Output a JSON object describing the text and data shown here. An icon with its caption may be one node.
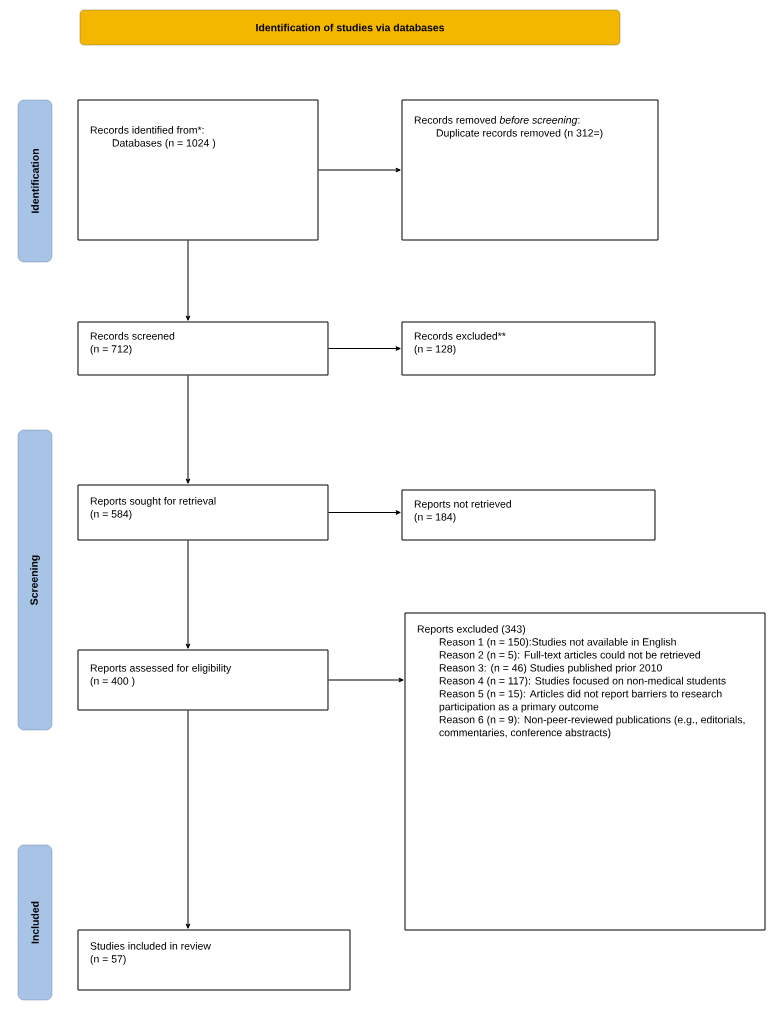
{
  "diagram": {
    "nodes": [
      {
        "text": [
          "Identification of studies via databases"
        ]
      },
      {
        "text": [
          "Identification"
        ]
      },
      {
        "text": [
          "Records identified from*:",
          "Databases (n = 1024 )"
        ]
      },
      {
        "text": [
          "Records removed *before screening*:",
          "Duplicate records removed (n 312=)"
        ]
      },
      {
        "text": [
          "Screening"
        ]
      },
      {
        "text": [
          "Records screened",
          "(n = 712)"
        ]
      },
      {
        "text": [
          "Records excluded**",
          "(n = 128)"
        ]
      },
      {
        "text": [
          "Reports sought for retrieval",
          "(n = 584)"
        ]
      },
      {
        "text": [
          "Reports not retrieved",
          "(n = 184)"
        ]
      },
      {
        "text": [
          "Reports assessed for eligibility",
          "(n = 400 )"
        ]
      },
      {
        "text": [
          "Reports excluded (343)",
          "Reason 1 (n = 150):Studies not available in English",
          "Reason 2 (n = 5): Full-text articles could not be retrieved",
          "Reason 3: (n = 46) Studies published prior 2010",
          "Reason 4 (n = 117): Studies focused on non-medical students",
          "Reason 5 (n = 15): Articles did not report barriers to research participation as a primary outcome",
          "Reason 6 (n = 9): Non-peer-reviewed publications (e.g., editorials, commentaries, conference abstracts)"
        ]
      },
      {
        "text": [
          "Included"
        ]
      },
      {
        "text": [
          "Studies included in review",
          "(n = 57)"
        ]
      }
    ],
    "edges": [
      {
        "from": 2,
        "to": 3,
        "arrow": "to"
      },
      {
        "from": 2,
        "to": 5,
        "arrow": "to"
      },
      {
        "from": 5,
        "to": 6,
        "arrow": "to"
      },
      {
        "from": 5,
        "to": 7,
        "arrow": "to"
      },
      {
        "from": 7,
        "to": 8,
        "arrow": "to"
      },
      {
        "from": 7,
        "to": 9,
        "arrow": "to"
      },
      {
        "from": 9,
        "to": 10,
        "arrow": "to"
      },
      {
        "from": 9,
        "to": 12,
        "arrow": "to"
      }
    ]
  }
}
